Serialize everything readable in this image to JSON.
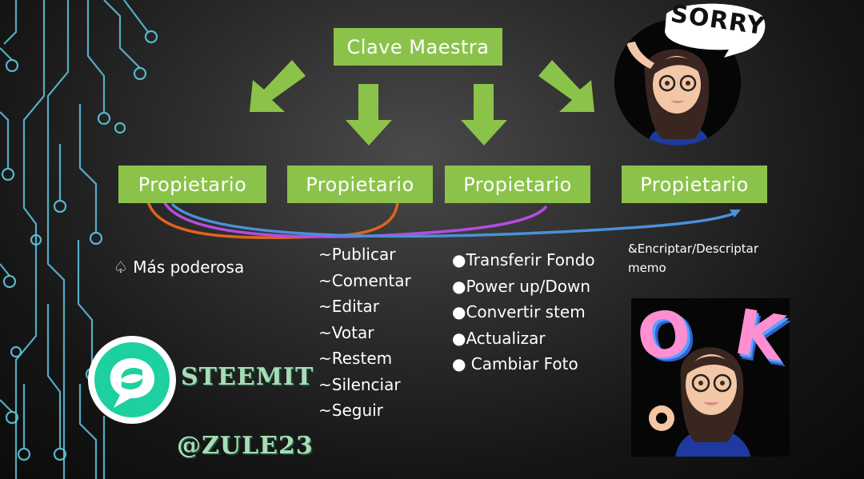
{
  "title": "Clave Maestra",
  "owners": [
    "Propietario",
    "Propietario",
    "Propietario",
    "Propietario"
  ],
  "owner_desc": {
    "first": "Más poderosa",
    "first_icon": "spade-outline-icon",
    "posting": [
      "~Publicar",
      "~Comentar",
      "~Editar",
      "~Votar",
      "~Restem",
      "~Silenciar",
      "~Seguir"
    ],
    "active": [
      "●Transferir Fondo",
      "●Power up/Down",
      "●Convertir stem",
      "●Actualizar",
      "● Cambiar Foto"
    ],
    "memo_line1": "&Encriptar/Descriptar",
    "memo_line2": "memo"
  },
  "brand": {
    "name": "STEEMIT",
    "user": "@ZULE23"
  },
  "stickers": {
    "top": "SORRY",
    "bottom_letters": [
      "O",
      "K"
    ]
  },
  "colors": {
    "box_green": "#8bc34a",
    "arrow_green": "#8bc34a",
    "circuit_blue": "#5ec7e0",
    "steemit_teal": "#1dd0a0",
    "brand_text": "#a8dcb7",
    "curve_orange": "#e0641e",
    "curve_purple": "#b44de0",
    "curve_blue": "#4a90d9"
  }
}
